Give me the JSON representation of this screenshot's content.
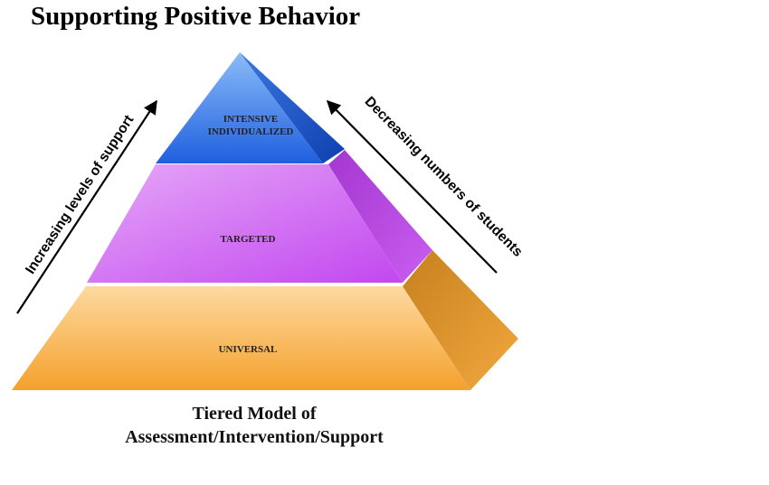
{
  "title": "Supporting Positive Behavior",
  "tiers": {
    "top_line1": "INTENSIVE",
    "top_line2": "INDIVIDUALIZED",
    "middle": "TARGETED",
    "bottom": "UNIVERSAL"
  },
  "arrows": {
    "left": "Increasing levels of support",
    "right": "Decreasing numbers of students"
  },
  "caption": {
    "line1": "Tiered Model of",
    "line2": "Assessment/Intervention/Support"
  },
  "colors": {
    "top_tier": "#2f6fe6",
    "middle_tier": "#cc5ef0",
    "bottom_tier": "#f6b04a",
    "arrow": "#000000"
  }
}
